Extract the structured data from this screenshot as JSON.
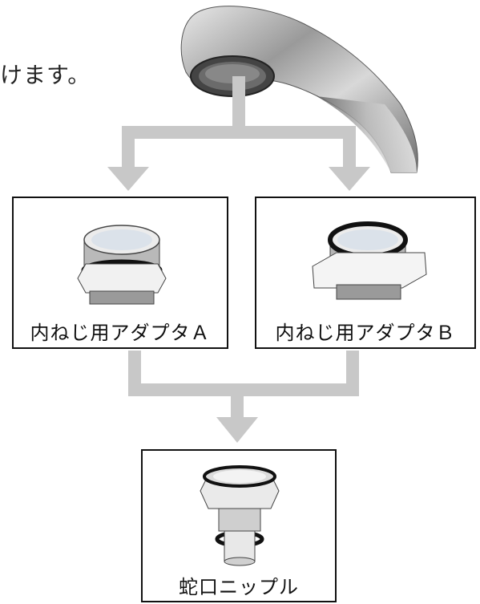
{
  "intro_text": "けます。",
  "items": {
    "adapter_a": {
      "label": "内ねじ用アダプタＡ",
      "icon": "adapter-a-icon"
    },
    "adapter_b": {
      "label": "内ねじ用アダプタＢ",
      "icon": "adapter-b-icon"
    },
    "nipple": {
      "label": "蛇口ニップル",
      "icon": "faucet-nipple-icon"
    }
  },
  "colors": {
    "arrow": "#c8c8c8",
    "border": "#111111"
  }
}
